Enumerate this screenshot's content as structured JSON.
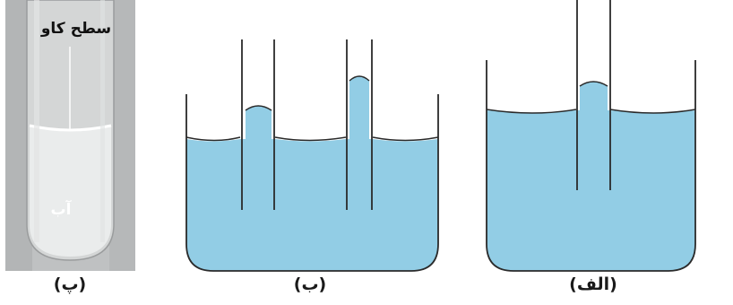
{
  "captions": {
    "photo": "(پ)",
    "middle": "(ب)",
    "right": "(الف)"
  },
  "photo": {
    "meniscus_label": "سطح کاو",
    "water_label": "آب"
  },
  "colors": {
    "water": "#92cde5",
    "outline": "#2a2a2a",
    "photo_background": "#bfc1c2",
    "tube_glass": "#d4d6d6",
    "photo_water": "#eaecec"
  }
}
